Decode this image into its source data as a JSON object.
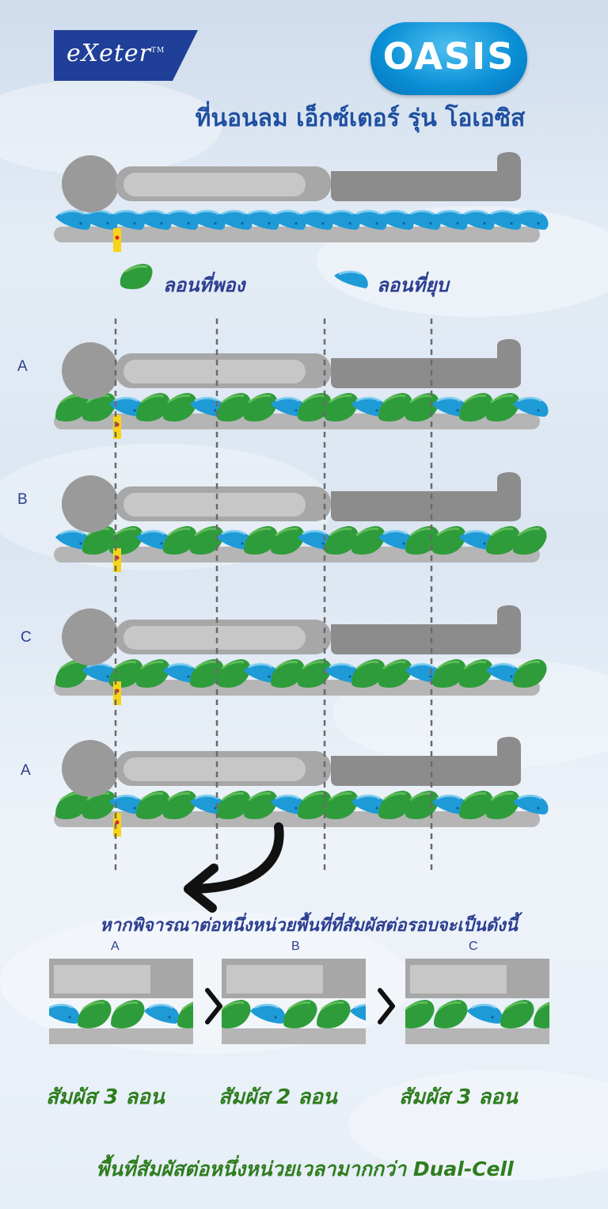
{
  "brand": {
    "exeter_logo": "eXeter",
    "exeter_tm": "TM",
    "oasis_logo": "OASIS",
    "brand_color": "#0a8fd6",
    "exeter_color": "#1f3f98"
  },
  "title": "ที่นอนลม เอ็กซ์เตอร์ รุ่น โอเอซิส",
  "legend": {
    "inflated": "ลอนที่พอง",
    "deflated": "ลอนที่ยุบ",
    "inflated_color": "#2e9c3a",
    "deflated_color": "#1e9ad6"
  },
  "rows": [
    {
      "label": "",
      "pattern": "all-deflated"
    },
    {
      "label": "A",
      "pattern": "A"
    },
    {
      "label": "B",
      "pattern": "B"
    },
    {
      "label": "C",
      "pattern": "C"
    },
    {
      "label": "A",
      "pattern": "A"
    }
  ],
  "cycle_pattern_note": "",
  "subtitle": "หากพิจารณาต่อหนึ่งหน่วยพื้นที่ที่สัมผัสต่อรอบจะเป็นดังนี้",
  "units": [
    {
      "label": "A",
      "contact": "สัมผัส 3 ลอน",
      "cells": [
        "deflated",
        "inflated",
        "inflated",
        "deflated",
        "inflated"
      ]
    },
    {
      "label": "B",
      "contact": "สัมผัส 2 ลอน",
      "cells": [
        "inflated",
        "deflated",
        "inflated",
        "inflated",
        "deflated"
      ]
    },
    {
      "label": "C",
      "contact": "สัมผัส 3 ลอน",
      "cells": [
        "inflated",
        "inflated",
        "deflated",
        "inflated",
        "inflated"
      ]
    }
  ],
  "separator_glyph": "›",
  "footer": "พื้นที่สัมผัสต่อหนึ่งหน่วยเวลามากกว่า Dual-Cell"
}
